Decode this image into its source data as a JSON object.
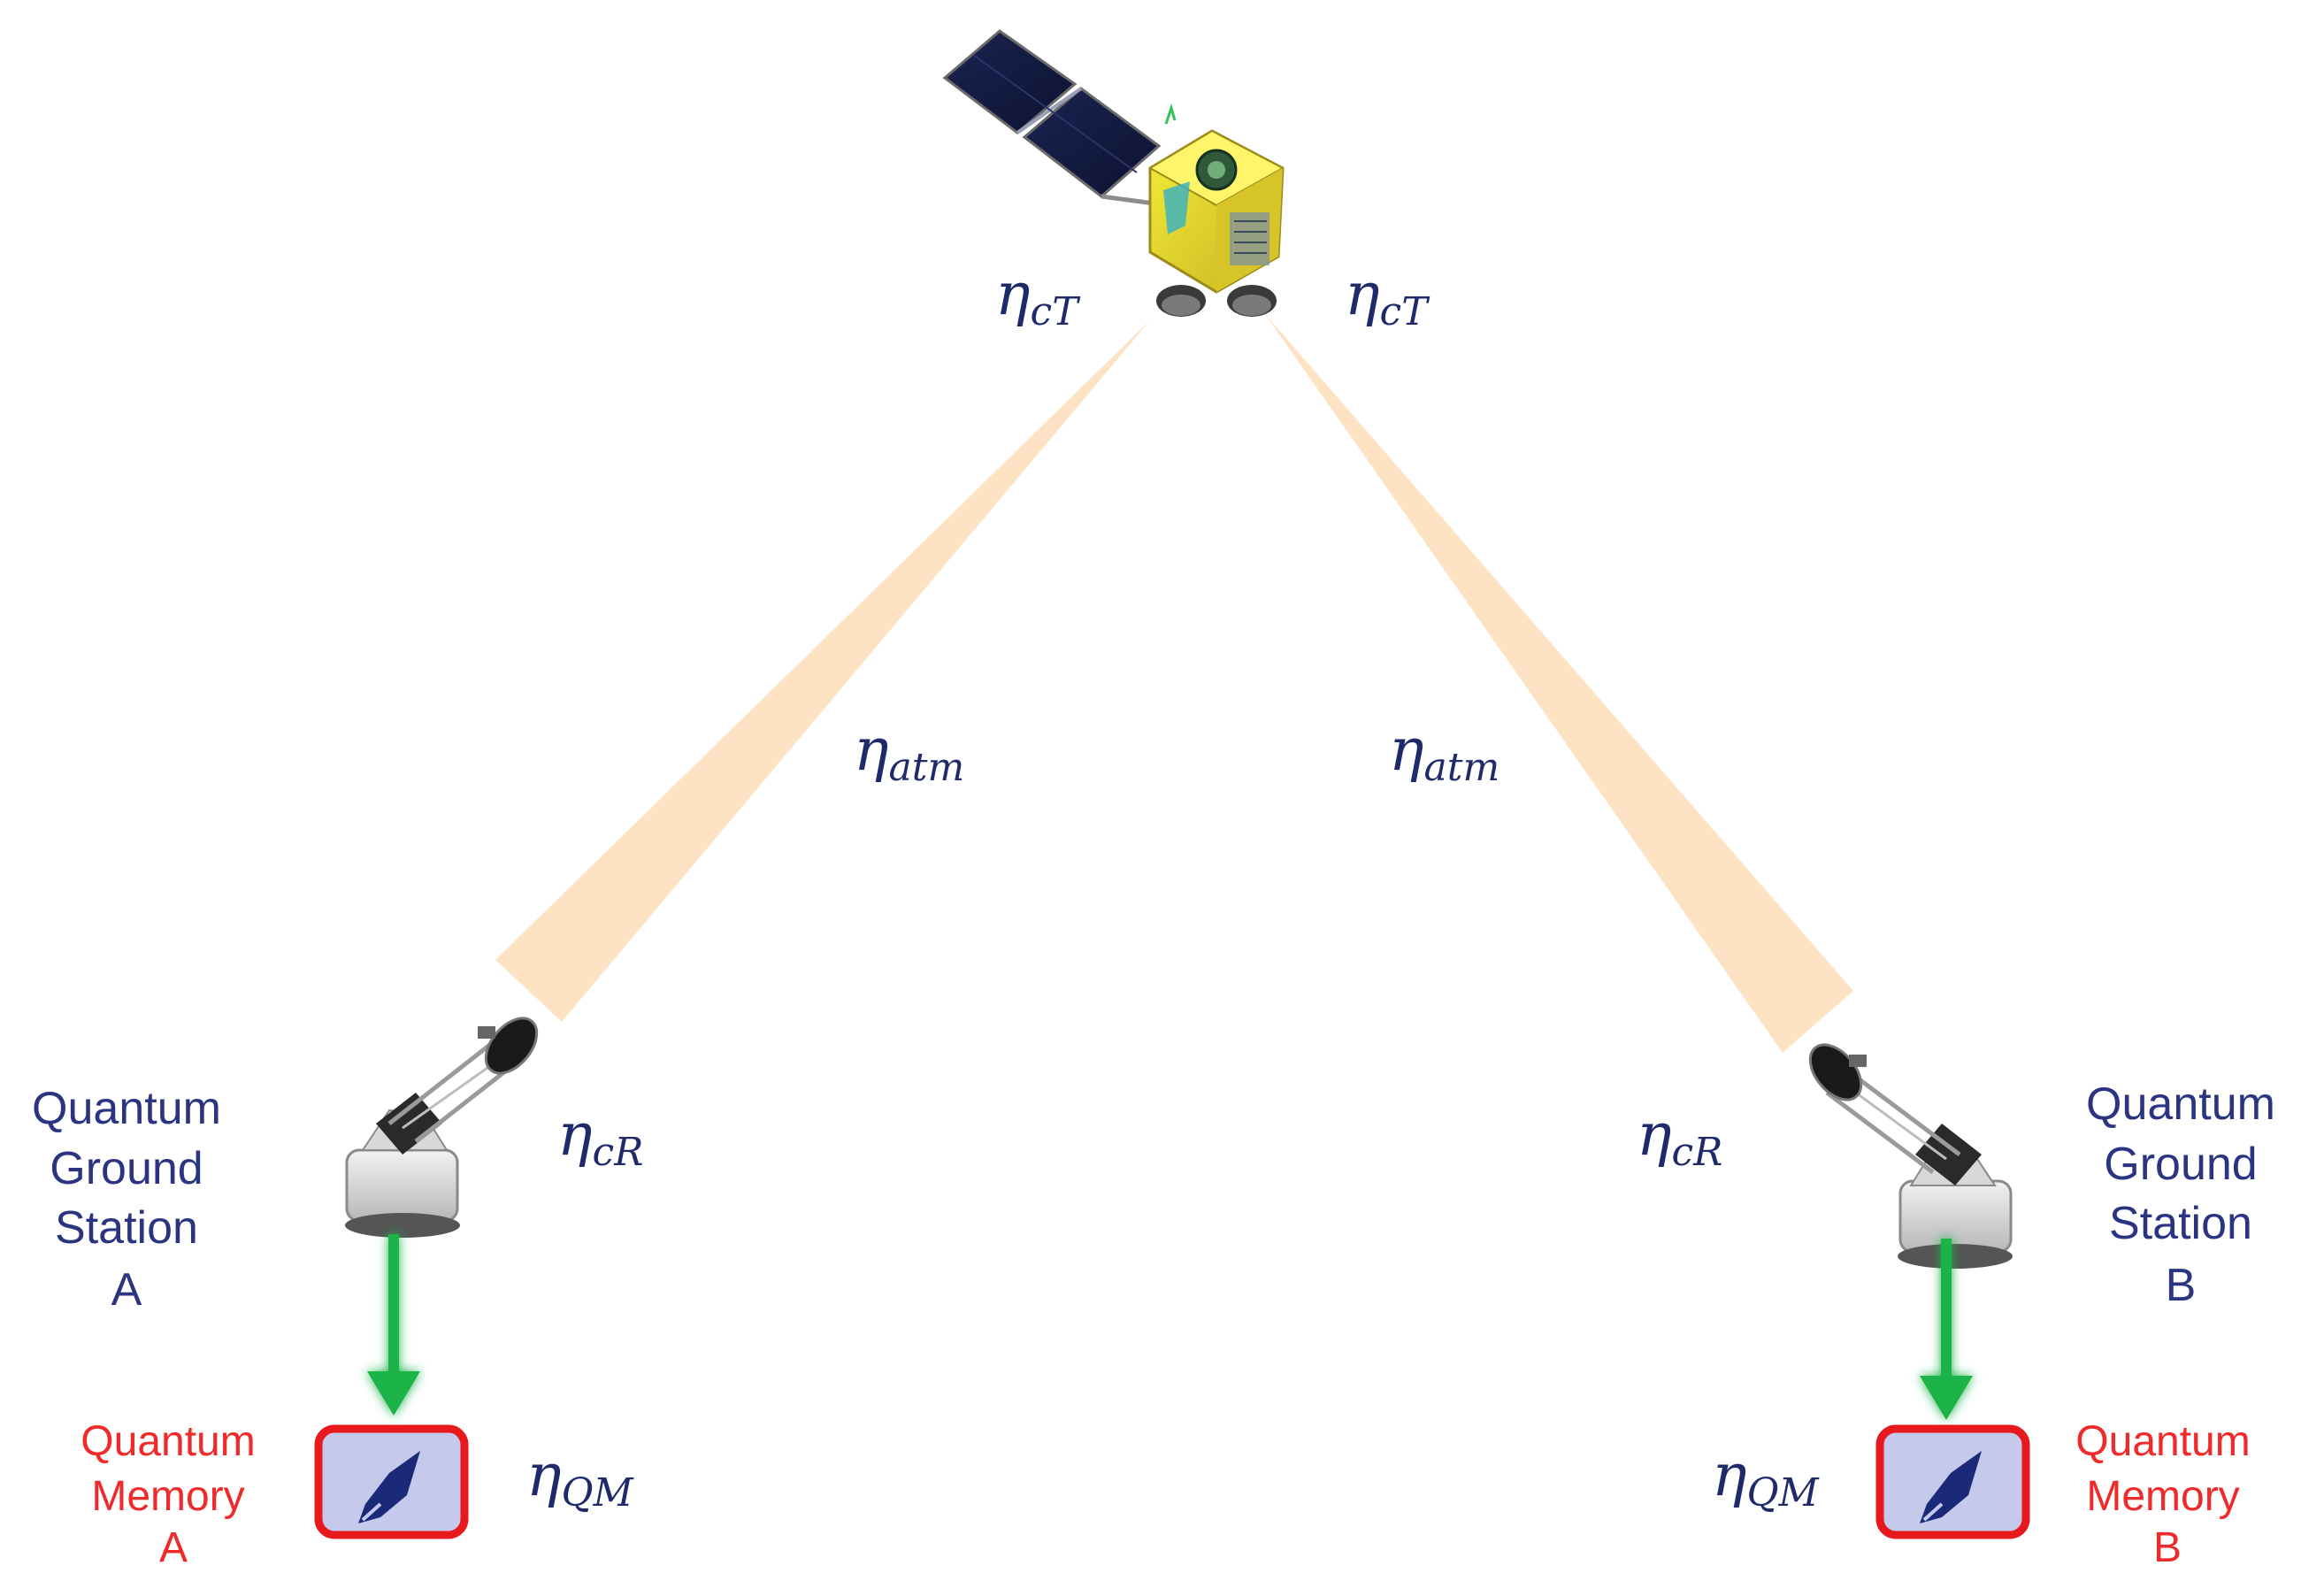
{
  "symbols": {
    "eta": "η",
    "sub_ct": "cT",
    "sub_atm": "atm",
    "sub_cr": "cR",
    "sub_qm": "QM"
  },
  "station_a": {
    "lines": [
      "Quantum",
      "Ground",
      "Station",
      "A"
    ]
  },
  "station_b": {
    "lines": [
      "Quantum",
      "Ground",
      "Station",
      "B"
    ]
  },
  "memory_a": {
    "lines": [
      "Quantum",
      "Memory",
      "A"
    ]
  },
  "memory_b": {
    "lines": [
      "Quantum",
      "Memory",
      "B"
    ]
  },
  "colors": {
    "beam": "#fde3c4",
    "arrow": "#1db34a",
    "memory_border": "#e8191c",
    "memory_fill": "#c5c9ec",
    "label_blue": "#2b3481",
    "label_red": "#ef2a2a"
  }
}
